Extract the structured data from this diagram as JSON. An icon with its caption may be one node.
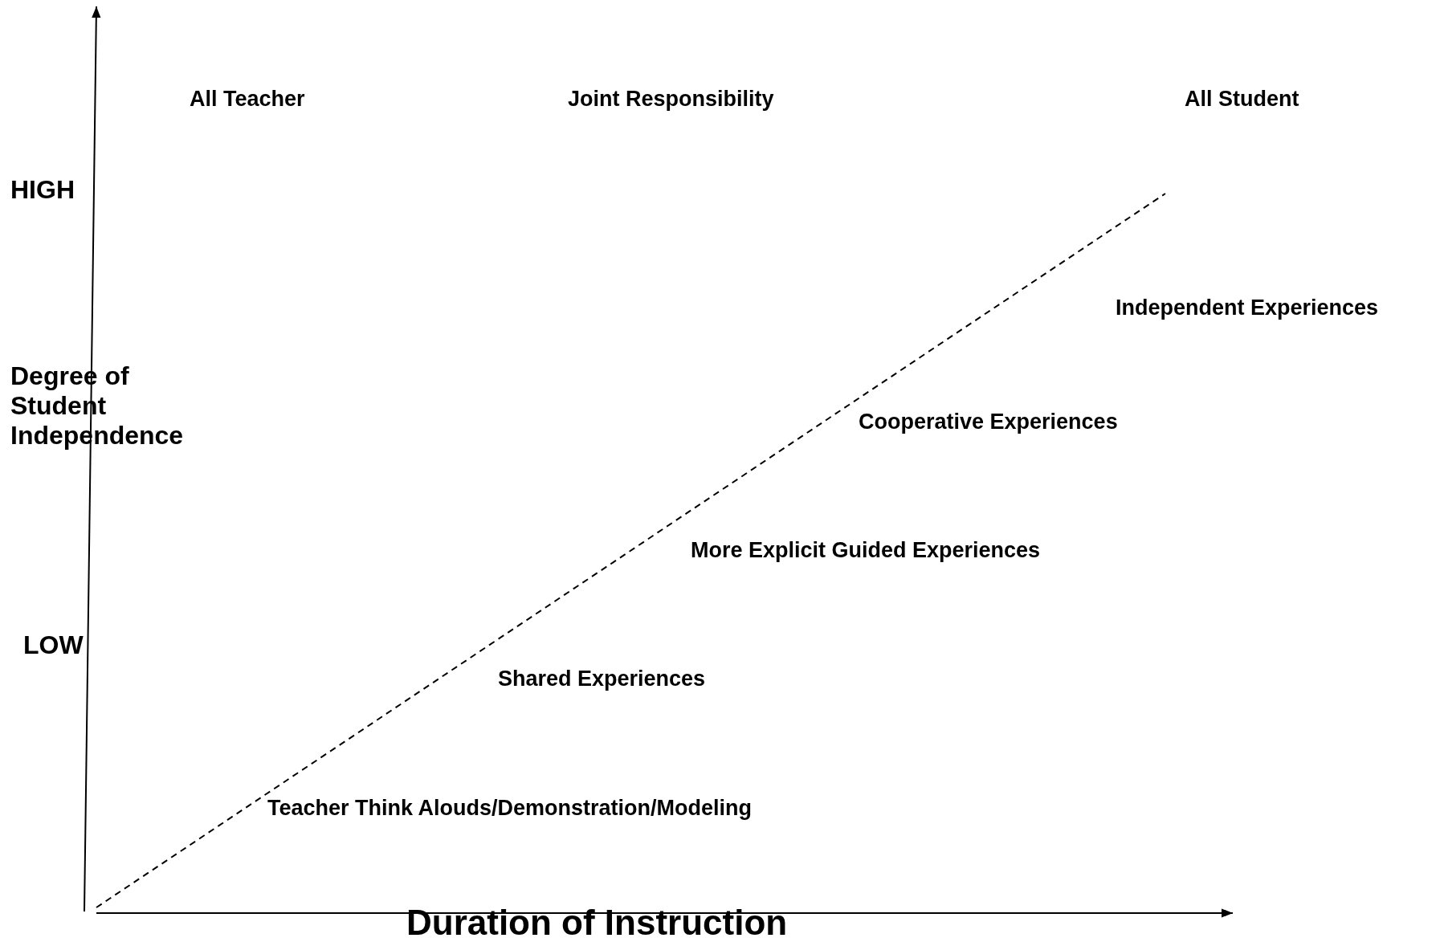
{
  "diagram": {
    "labels": [
      "All Teacher",
      "Joint Responsibility",
      "All Student",
      "HIGH",
      "Independent Experiences",
      "Degree of Student Independence",
      "Cooperative Experiences",
      "More Explicit Guided Experiences",
      "LOW",
      "Shared Experiences",
      "Teacher Think Alouds/Demonstration/Modeling",
      "Duration of Instruction"
    ]
  }
}
